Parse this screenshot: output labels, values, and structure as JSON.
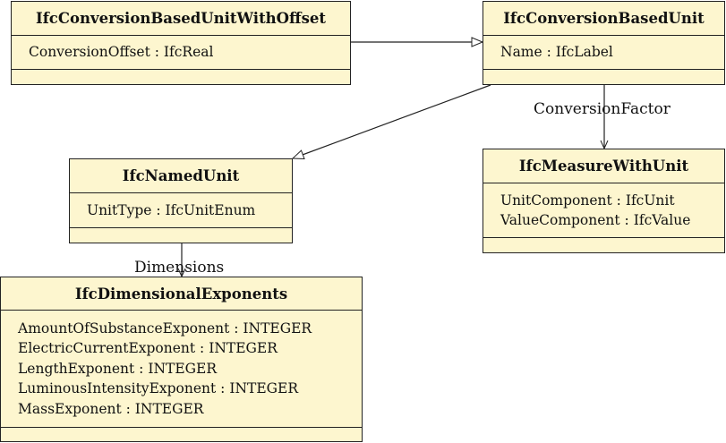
{
  "classes": {
    "offset_unit": {
      "name": "IfcConversionBasedUnitWithOffset",
      "attributes": [
        "ConversionOffset : IfcReal"
      ]
    },
    "conversion_unit": {
      "name": "IfcConversionBasedUnit",
      "attributes": [
        "Name : IfcLabel"
      ]
    },
    "named_unit": {
      "name": "IfcNamedUnit",
      "attributes": [
        "UnitType : IfcUnitEnum"
      ]
    },
    "measure_with_unit": {
      "name": "IfcMeasureWithUnit",
      "attributes": [
        "UnitComponent : IfcUnit",
        "ValueComponent : IfcValue"
      ]
    },
    "dimensional_exponents": {
      "name": "IfcDimensionalExponents",
      "attributes": [
        "AmountOfSubstanceExponent : INTEGER",
        "ElectricCurrentExponent : INTEGER",
        "LengthExponent : INTEGER",
        "LuminousIntensityExponent : INTEGER",
        "MassExponent : INTEGER"
      ]
    }
  },
  "associations": {
    "conversion_factor": "ConversionFactor",
    "dimensions": "Dimensions"
  }
}
